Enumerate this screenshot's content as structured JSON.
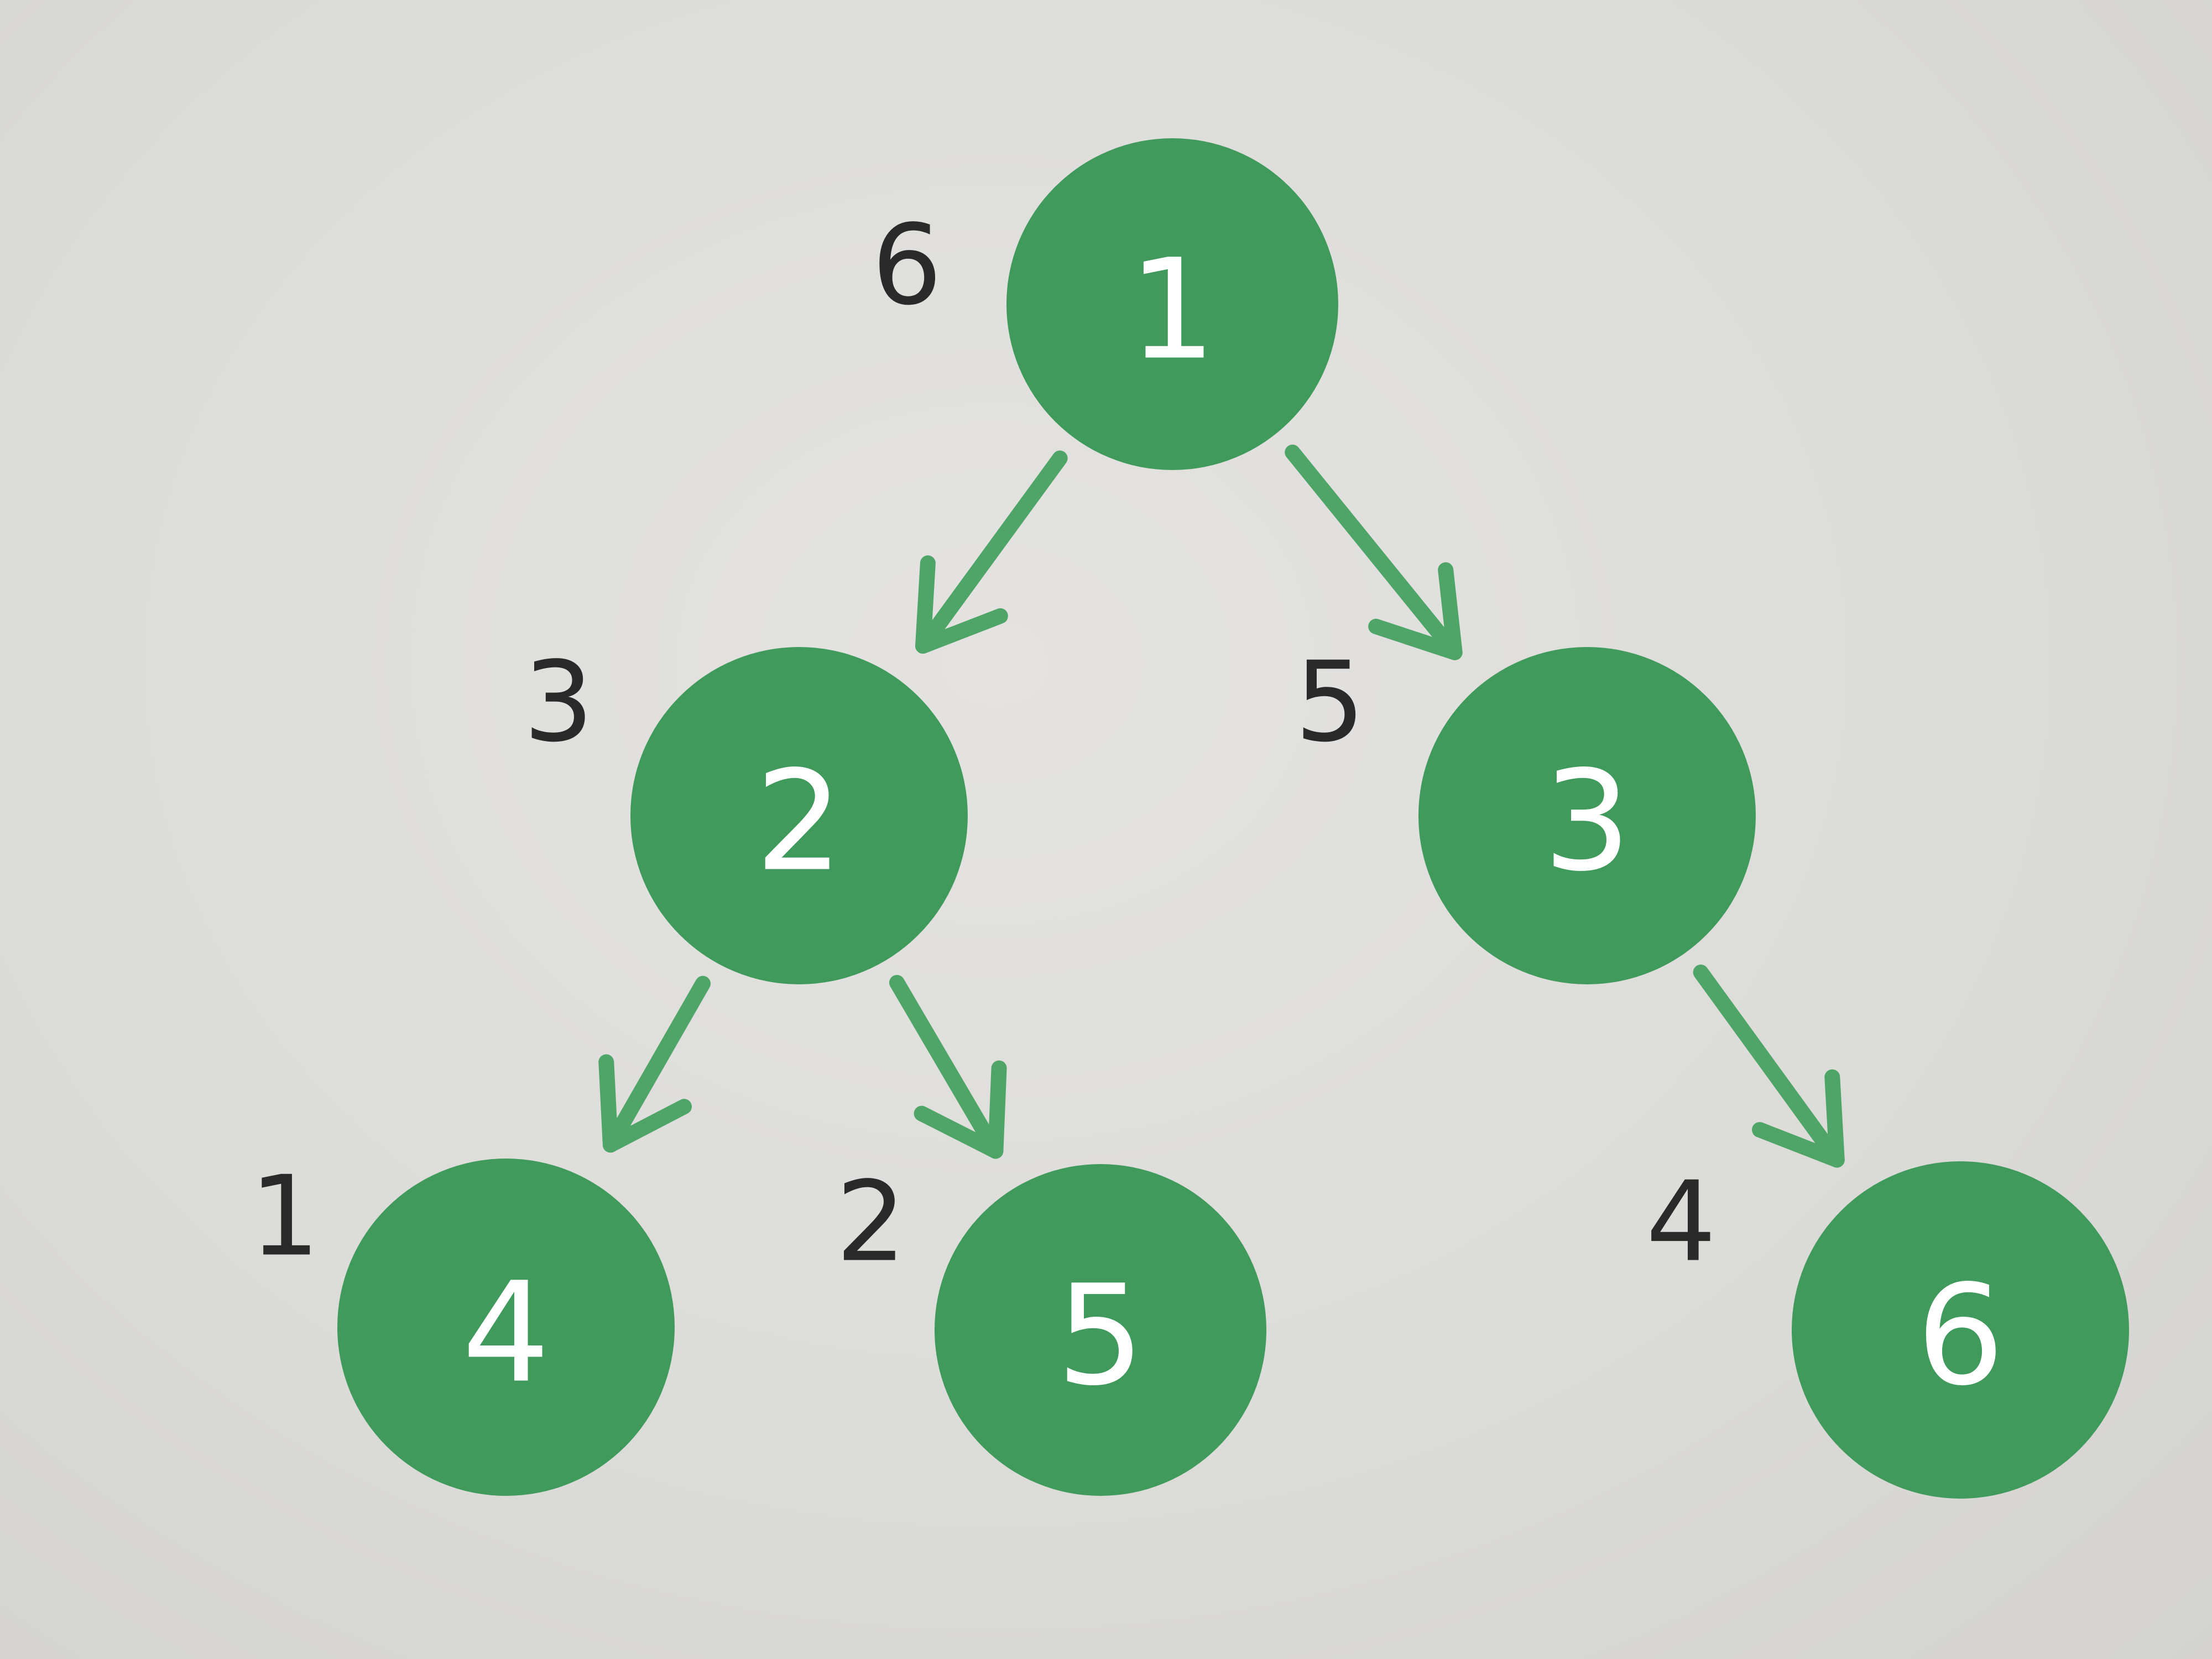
{
  "diagram": {
    "type": "tree",
    "node_color": "#3f9a5c",
    "arrow_color": "#4ea567",
    "label_color": "#2a2a2a",
    "nodes": [
      {
        "id": "n1",
        "label": "1",
        "order": "6"
      },
      {
        "id": "n2",
        "label": "2",
        "order": "3"
      },
      {
        "id": "n3",
        "label": "3",
        "order": "5"
      },
      {
        "id": "n4",
        "label": "4",
        "order": "1"
      },
      {
        "id": "n5",
        "label": "5",
        "order": "2"
      },
      {
        "id": "n6",
        "label": "6",
        "order": "4"
      }
    ],
    "edges": [
      {
        "from": "n1",
        "to": "n2"
      },
      {
        "from": "n1",
        "to": "n3"
      },
      {
        "from": "n2",
        "to": "n4"
      },
      {
        "from": "n2",
        "to": "n5"
      },
      {
        "from": "n3",
        "to": "n6"
      }
    ]
  }
}
